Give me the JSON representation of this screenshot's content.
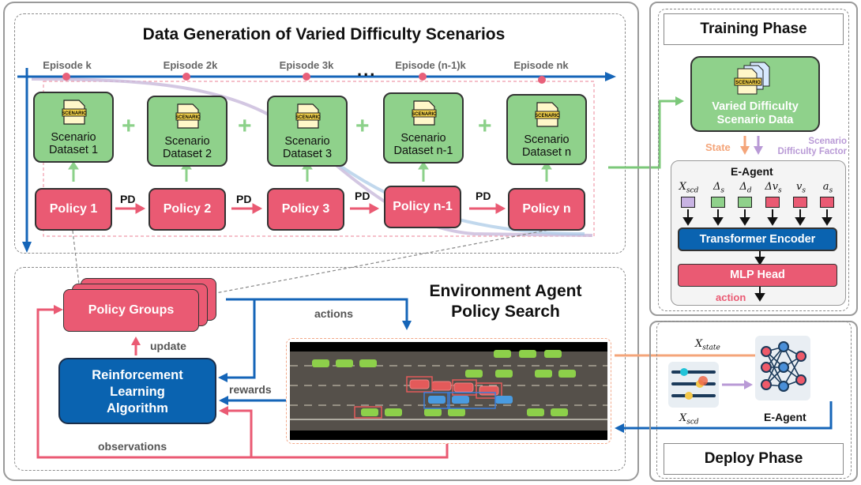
{
  "left_panel": {
    "top_section_title": "Data Generation of Varied Difficulty Scenarios",
    "episodes": [
      "Episode k",
      "Episode 2k",
      "Episode 3k",
      "Episode (n-1)k",
      "Episode nk"
    ],
    "ellipsis": "...",
    "scenario_icon_text": "SCENARIO",
    "datasets": [
      "Scenario Dataset 1",
      "Scenario Dataset 2",
      "Scenario Dataset 3",
      "Scenario Dataset n-1",
      "Scenario Dataset n"
    ],
    "dataset_lines": [
      [
        "Scenario",
        "Dataset 1"
      ],
      [
        "Scenario",
        "Dataset 2"
      ],
      [
        "Scenario",
        "Dataset 3"
      ],
      [
        "Scenario",
        "Dataset n-1"
      ],
      [
        "Scenario",
        "Dataset n"
      ]
    ],
    "plus_sign": "+",
    "policies": [
      "Policy 1",
      "Policy 2",
      "Policy 3",
      "Policy n-1",
      "Policy n"
    ],
    "pd_label": "PD",
    "bottom_section_title_line1": "Environment Agent",
    "bottom_section_title_line2": "Policy Search",
    "policy_groups": "Policy Groups",
    "update": "update",
    "rl_line1": "Reinforcement",
    "rl_line2": "Learning",
    "rl_line3": "Algorithm",
    "actions": "actions",
    "rewards": "rewards",
    "observations": "observations"
  },
  "right_panel": {
    "training_title": "Training Phase",
    "varied_line1": "Varied Difficulty",
    "varied_line2": "Scenario Data",
    "state": "State",
    "sdf_line1": "Scenario",
    "sdf_line2": "Difficulty Factor",
    "eagent": "E-Agent",
    "features": [
      "X_scd",
      "Δ_s",
      "Δ_d",
      "Δv_s",
      "v_s",
      "a_s"
    ],
    "transformer": "Transformer Encoder",
    "mlp": "MLP Head",
    "action": "action",
    "x_state": "X_state",
    "x_scd": "X_scd",
    "eagent_deploy": "E-Agent",
    "deploy_title": "Deploy Phase"
  },
  "colors": {
    "green": "#8fd18b",
    "pink": "#ea5a73",
    "blue": "#0a63b0",
    "orange": "#f4a57a",
    "purple": "#b99ad6"
  }
}
